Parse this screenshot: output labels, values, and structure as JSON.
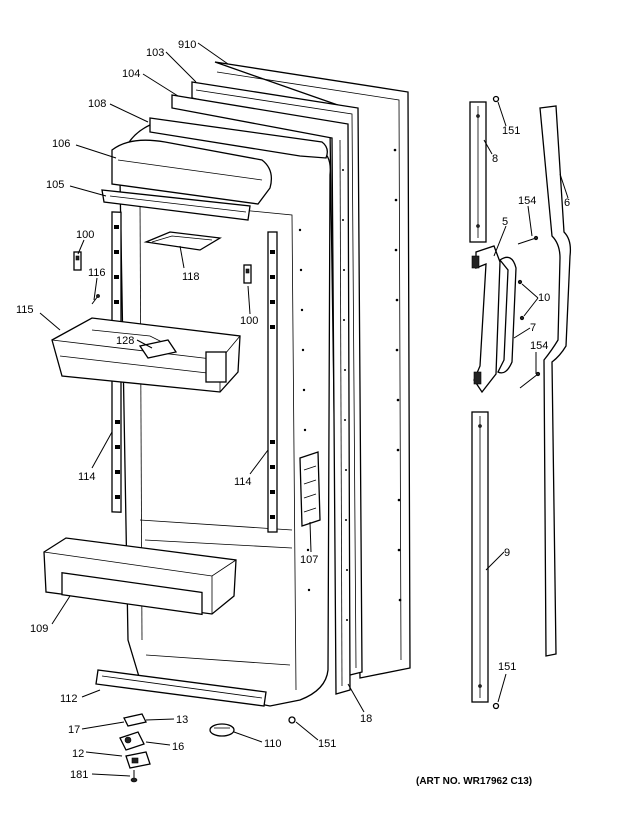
{
  "art_number": "(ART NO. WR17962 C13)",
  "callouts": [
    {
      "id": "910",
      "text": "910"
    },
    {
      "id": "103",
      "text": "103"
    },
    {
      "id": "104",
      "text": "104"
    },
    {
      "id": "108",
      "text": "108"
    },
    {
      "id": "106",
      "text": "106"
    },
    {
      "id": "105",
      "text": "105"
    },
    {
      "id": "100a",
      "text": "100"
    },
    {
      "id": "116",
      "text": "116"
    },
    {
      "id": "118",
      "text": "118"
    },
    {
      "id": "100b",
      "text": "100"
    },
    {
      "id": "115",
      "text": "115"
    },
    {
      "id": "128",
      "text": "128"
    },
    {
      "id": "114a",
      "text": "114"
    },
    {
      "id": "114b",
      "text": "114"
    },
    {
      "id": "107",
      "text": "107"
    },
    {
      "id": "109",
      "text": "109"
    },
    {
      "id": "112",
      "text": "112"
    },
    {
      "id": "17",
      "text": "17"
    },
    {
      "id": "13",
      "text": "13"
    },
    {
      "id": "12",
      "text": "12"
    },
    {
      "id": "16",
      "text": "16"
    },
    {
      "id": "181",
      "text": "181"
    },
    {
      "id": "110",
      "text": "110"
    },
    {
      "id": "151a",
      "text": "151"
    },
    {
      "id": "18",
      "text": "18"
    },
    {
      "id": "151b",
      "text": "151"
    },
    {
      "id": "8",
      "text": "8"
    },
    {
      "id": "6",
      "text": "6"
    },
    {
      "id": "154a",
      "text": "154"
    },
    {
      "id": "5",
      "text": "5"
    },
    {
      "id": "10",
      "text": "10"
    },
    {
      "id": "7",
      "text": "7"
    },
    {
      "id": "154b",
      "text": "154"
    },
    {
      "id": "9",
      "text": "9"
    },
    {
      "id": "151c",
      "text": "151"
    }
  ]
}
